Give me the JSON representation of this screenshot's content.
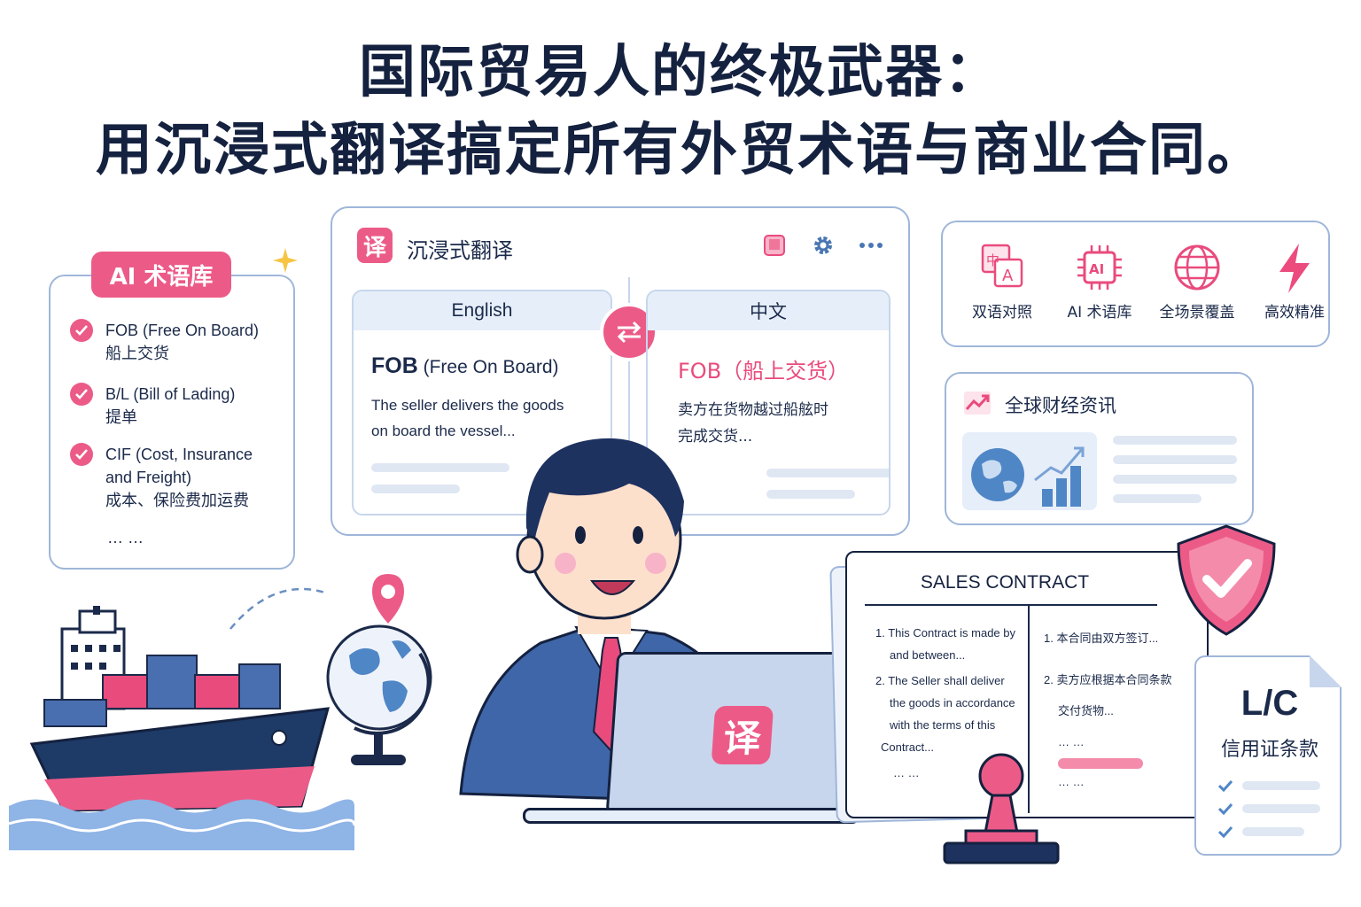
{
  "headline": {
    "line1": "国际贸易人的终极武器：",
    "line2": "用沉浸式翻译搞定所有外贸术语与商业合同。"
  },
  "glossary": {
    "badge": "AI 术语库",
    "items": [
      {
        "en": "FOB (Free On Board)",
        "zh": "船上交货"
      },
      {
        "en": "B/L (Bill of Lading)",
        "zh": "提单"
      },
      {
        "en": "CIF (Cost, Insurance",
        "en2": "and Freight)",
        "zh": "成本、保险费加运费"
      }
    ],
    "more": "… …"
  },
  "translator": {
    "logo_char": "译",
    "title": "沉浸式翻译",
    "toolbar_icons": [
      "book-icon",
      "gear-icon",
      "more-icon"
    ],
    "left": {
      "lang": "English",
      "term": "FOB",
      "term_rest": " (Free On Board)",
      "body1": "The seller delivers the goods",
      "body2": "on board the vessel..."
    },
    "right": {
      "lang": "中文",
      "term": "FOB（船上交货）",
      "body1": "卖方在货物越过船舷时",
      "body2": "完成交货..."
    },
    "swap_icon": "swap-icon"
  },
  "features": [
    {
      "icon": "bilingual-icon",
      "label": "双语对照"
    },
    {
      "icon": "ai-chip-icon",
      "label": "AI 术语库"
    },
    {
      "icon": "globe-icon",
      "label": "全场景覆盖"
    },
    {
      "icon": "lightning-icon",
      "label": "高效精准"
    }
  ],
  "news": {
    "icon": "trend-chart-icon",
    "title": "全球财经资讯"
  },
  "laptop": {
    "logo_char": "译"
  },
  "contract": {
    "title": "SALES CONTRACT",
    "left_lines": [
      "1. This Contract is made by",
      "and between...",
      "2. The Seller shall deliver",
      "the goods in accordance",
      "with the terms of this",
      "Contract...",
      "… …"
    ],
    "right_lines": [
      "1. 本合同由双方签订...",
      "2. 卖方应根据本合同条款",
      "交付货物...",
      "… …",
      "… …"
    ]
  },
  "lc": {
    "title": "L/C",
    "subtitle": "信用证条款"
  },
  "colors": {
    "accent": "#e94b7d",
    "navy": "#14213f",
    "border": "#9fb6d9",
    "panel": "#e6eef9"
  }
}
